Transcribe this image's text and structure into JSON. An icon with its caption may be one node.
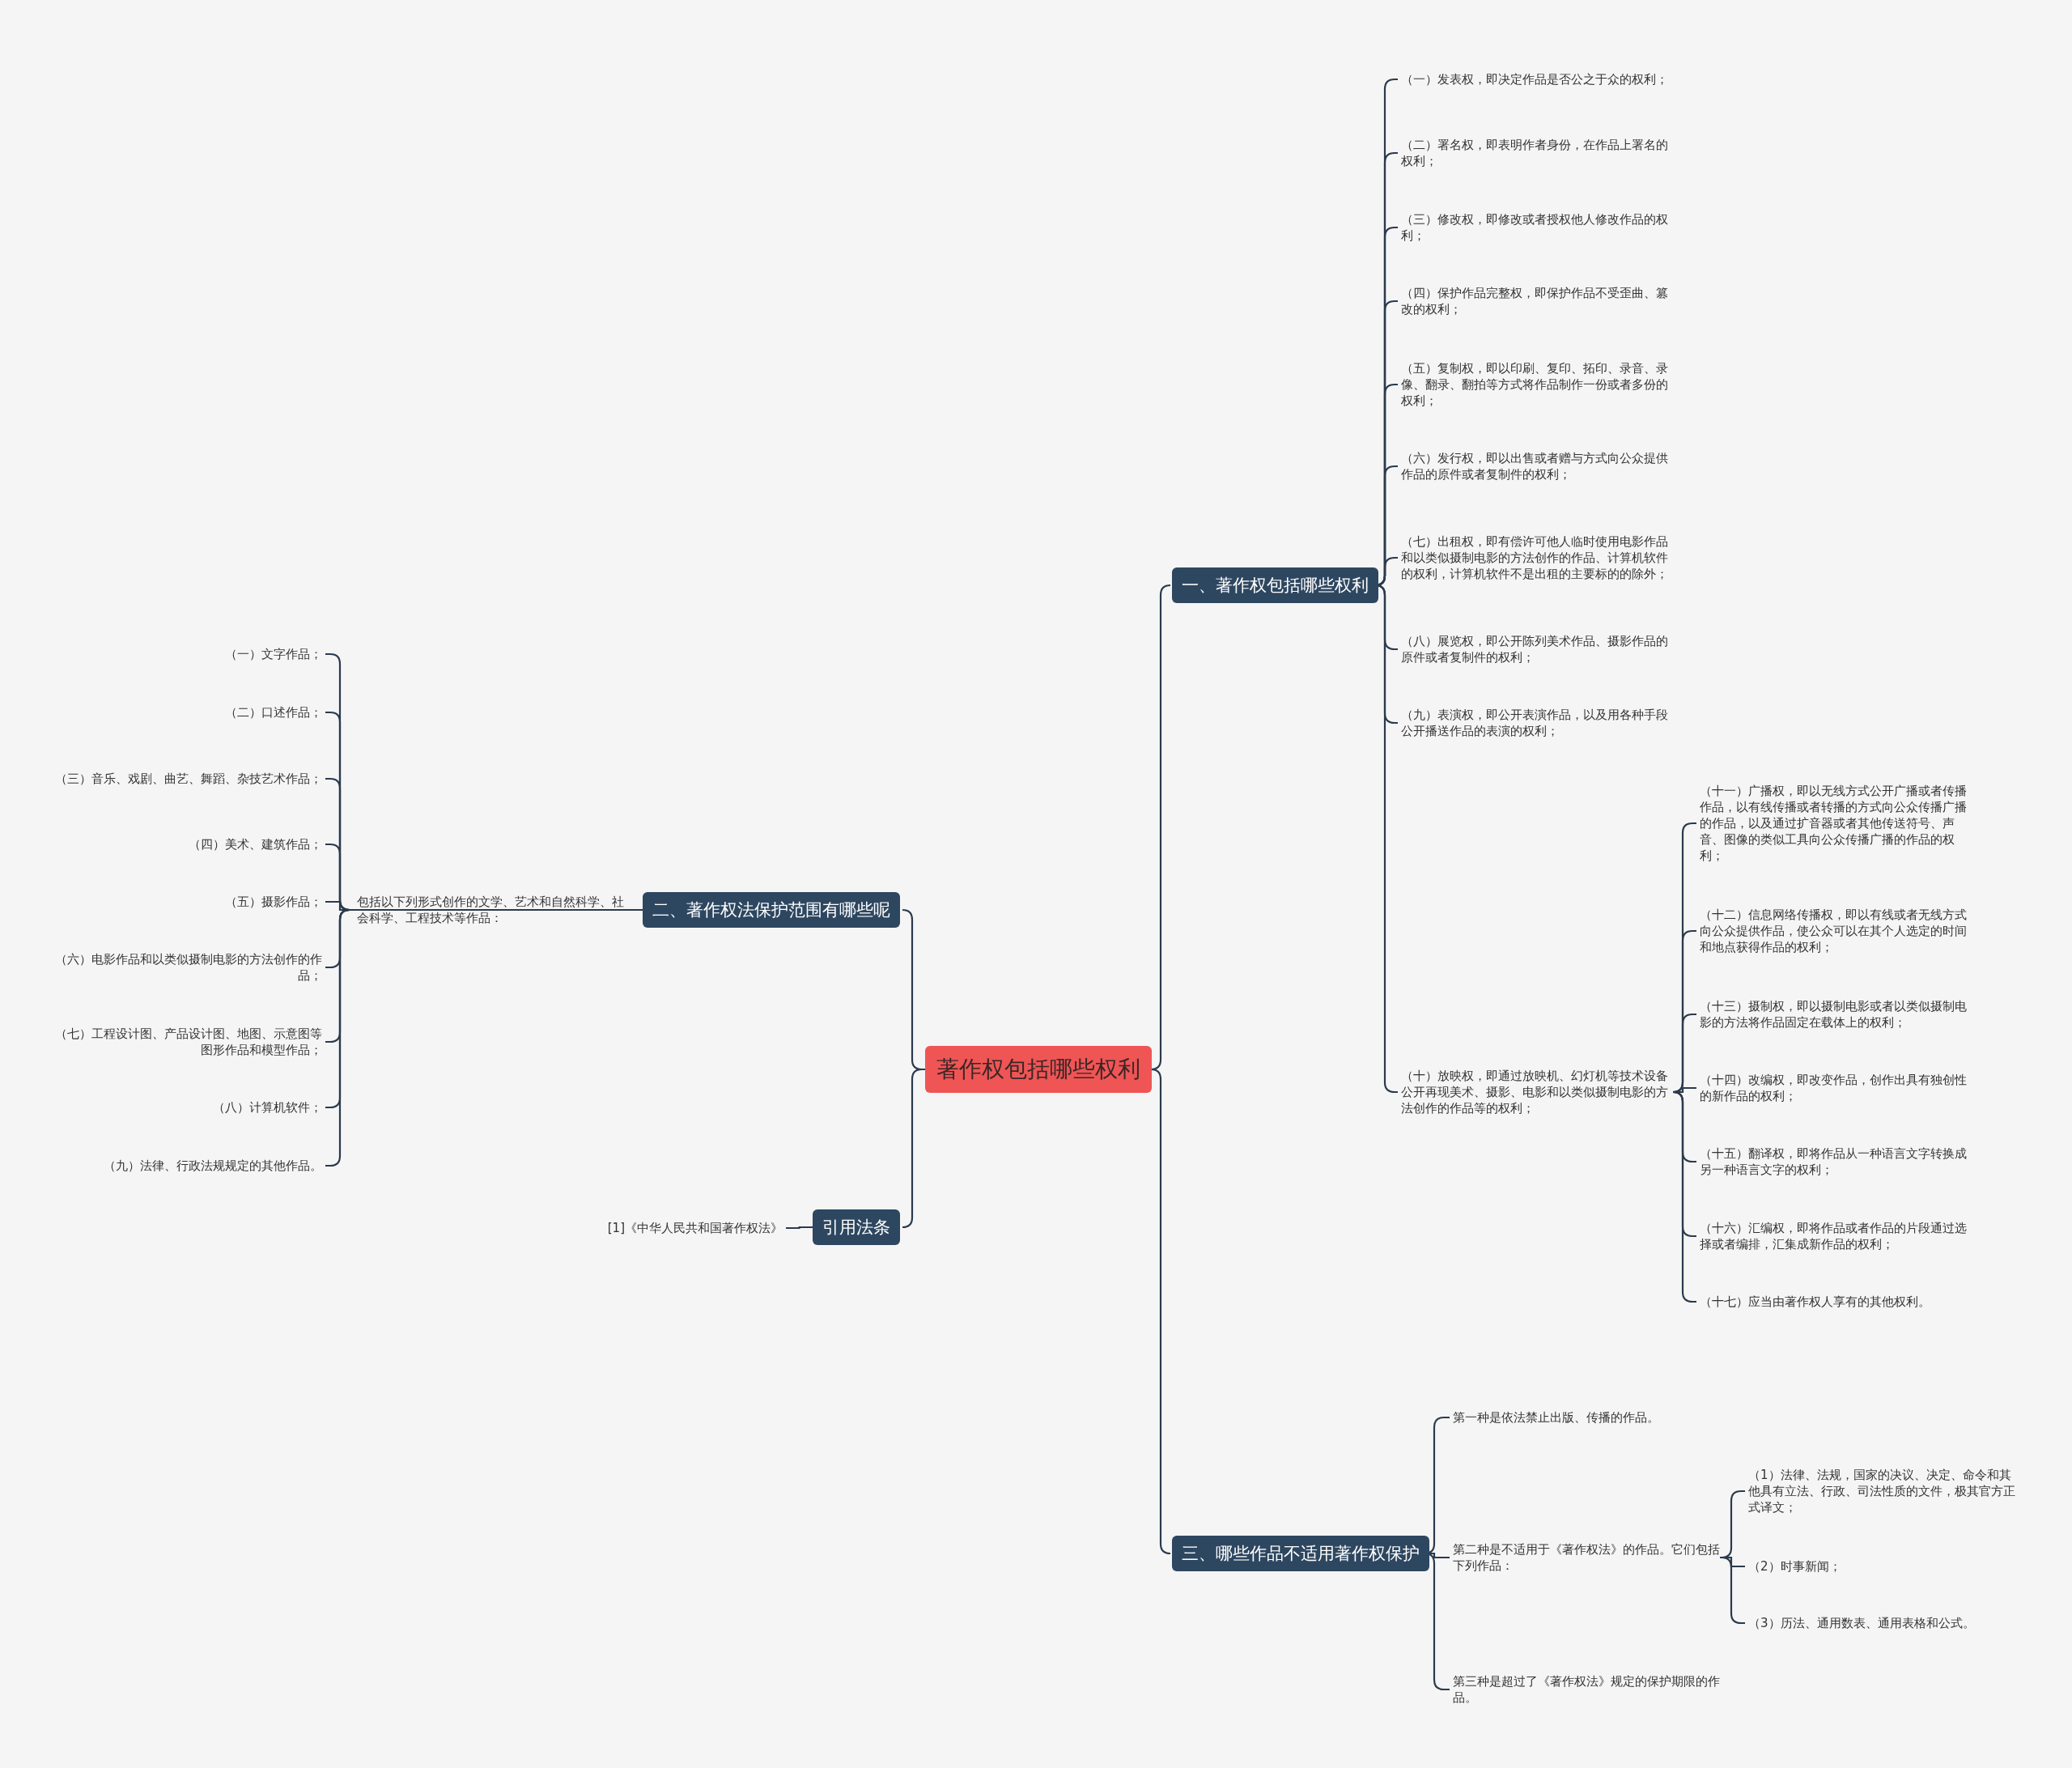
{
  "diagram": {
    "nodes": [
      {
        "text": [
          "著作权包括哪些权利"
        ]
      },
      {
        "text": [
          "一、著作权包括哪些权利"
        ]
      },
      {
        "text": [
          "（一）发表权，即决定作品是否公之于众的权利；"
        ]
      },
      {
        "text": [
          "（二）署名权，即表明作者身份，在作品上署名的权利；"
        ]
      },
      {
        "text": [
          "（三）修改权，即修改或者授权他人修改作品的权利；"
        ]
      },
      {
        "text": [
          "（四）保护作品完整权，即保护作品不受歪曲、篡改的权利；"
        ]
      },
      {
        "text": [
          "（五）复制权，即以印刷、复印、拓印、录音、录像、翻录、翻拍等方式将作品制作一份或者多份的权利；"
        ]
      },
      {
        "text": [
          "（六）发行权，即以出售或者赠与方式向公众提供作品的原件或者复制件的权利；"
        ]
      },
      {
        "text": [
          "（七）出租权，即有偿许可他人临时使用电影作品和以类似摄制电影的方法创作的作品、计算机软件的权利，计算机软件不是出租的主要标的的除外；"
        ]
      },
      {
        "text": [
          "（八）展览权，即公开陈列美术作品、摄影作品的原件或者复制件的权利；"
        ]
      },
      {
        "text": [
          "（九）表演权，即公开表演作品，以及用各种手段公开播送作品的表演的权利；"
        ]
      },
      {
        "text": [
          "（十）放映权，即通过放映机、幻灯机等技术设备公开再现美术、摄影、电影和以类似摄制电影的方法创作的作品等的权利；"
        ]
      },
      {
        "text": [
          "（十一）广播权，即以无线方式公开广播或者传播作品，以有线传播或者转播的方式向公众传播广播的作品，以及通过扩音器或者其他传送符号、声音、图像的类似工具向公众传播广播的作品的权利；"
        ]
      },
      {
        "text": [
          "（十二）信息网络传播权，即以有线或者无线方式向公众提供作品，使公众可以在其个人选定的时间和地点获得作品的权利；"
        ]
      },
      {
        "text": [
          "（十三）摄制权，即以摄制电影或者以类似摄制电影的方法将作品固定在载体上的权利；"
        ]
      },
      {
        "text": [
          "（十四）改编权，即改变作品，创作出具有独创性的新作品的权利；"
        ]
      },
      {
        "text": [
          "（十五）翻译权，即将作品从一种语言文字转换成另一种语言文字的权利；"
        ]
      },
      {
        "text": [
          "（十六）汇编权，即将作品或者作品的片段通过选择或者编排，汇集成新作品的权利；"
        ]
      },
      {
        "text": [
          "（十七）应当由著作权人享有的其他权利。"
        ]
      },
      {
        "text": [
          "二、著作权法保护范围有哪些呢"
        ]
      },
      {
        "text": [
          "包括以下列形式创作的文学、艺术和自然科学、社会科学、工程技术等作品："
        ]
      },
      {
        "text": [
          "（一）文字作品；"
        ]
      },
      {
        "text": [
          "（二）口述作品；"
        ]
      },
      {
        "text": [
          "（三）音乐、戏剧、曲艺、舞蹈、杂技艺术作品；"
        ]
      },
      {
        "text": [
          "（四）美术、建筑作品；"
        ]
      },
      {
        "text": [
          "（五）摄影作品；"
        ]
      },
      {
        "text": [
          "（六）电影作品和以类似摄制电影的方法创作的作品；"
        ]
      },
      {
        "text": [
          "（七）工程设计图、产品设计图、地图、示意图等图形作品和模型作品；"
        ]
      },
      {
        "text": [
          "（八）计算机软件；"
        ]
      },
      {
        "text": [
          "（九）法律、行政法规规定的其他作品。"
        ]
      },
      {
        "text": [
          "引用法条"
        ]
      },
      {
        "text": [
          "[1]《中华人民共和国著作权法》"
        ]
      },
      {
        "text": [
          "三、哪些作品不适用著作权保护"
        ]
      },
      {
        "text": [
          "第一种是依法禁止出版、传播的作品。"
        ]
      },
      {
        "text": [
          "第二种是不适用于《著作权法》的作品。它们包括下列作品："
        ]
      },
      {
        "text": [
          "（1）法律、法规，国家的决议、决定、命令和其他具有立法、行政、司法性质的文件，极其官方正式译文；"
        ]
      },
      {
        "text": [
          "（2）时事新闻；"
        ]
      },
      {
        "text": [
          "（3）历法、通用数表、通用表格和公式。"
        ]
      },
      {
        "text": [
          "第三种是超过了《著作权法》规定的保护期限的作品。"
        ]
      }
    ],
    "edges": [
      {
        "from": 0,
        "to": 1,
        "arrow": "none"
      },
      {
        "from": 1,
        "to": 2,
        "arrow": "none"
      },
      {
        "from": 1,
        "to": 3,
        "arrow": "none"
      },
      {
        "from": 1,
        "to": 4,
        "arrow": "none"
      },
      {
        "from": 1,
        "to": 5,
        "arrow": "none"
      },
      {
        "from": 1,
        "to": 6,
        "arrow": "none"
      },
      {
        "from": 1,
        "to": 7,
        "arrow": "none"
      },
      {
        "from": 1,
        "to": 8,
        "arrow": "none"
      },
      {
        "from": 1,
        "to": 9,
        "arrow": "none"
      },
      {
        "from": 1,
        "to": 10,
        "arrow": "none"
      },
      {
        "from": 1,
        "to": 11,
        "arrow": "none"
      },
      {
        "from": 11,
        "to": 12,
        "arrow": "none"
      },
      {
        "from": 11,
        "to": 13,
        "arrow": "none"
      },
      {
        "from": 11,
        "to": 14,
        "arrow": "none"
      },
      {
        "from": 11,
        "to": 15,
        "arrow": "none"
      },
      {
        "from": 11,
        "to": 16,
        "arrow": "none"
      },
      {
        "from": 11,
        "to": 17,
        "arrow": "none"
      },
      {
        "from": 11,
        "to": 18,
        "arrow": "none"
      },
      {
        "from": 0,
        "to": 19,
        "arrow": "none"
      },
      {
        "from": 19,
        "to": 20,
        "arrow": "none"
      },
      {
        "from": 20,
        "to": 21,
        "arrow": "none"
      },
      {
        "from": 20,
        "to": 22,
        "arrow": "none"
      },
      {
        "from": 20,
        "to": 23,
        "arrow": "none"
      },
      {
        "from": 20,
        "to": 24,
        "arrow": "none"
      },
      {
        "from": 20,
        "to": 25,
        "arrow": "none"
      },
      {
        "from": 20,
        "to": 26,
        "arrow": "none"
      },
      {
        "from": 20,
        "to": 27,
        "arrow": "none"
      },
      {
        "from": 20,
        "to": 28,
        "arrow": "none"
      },
      {
        "from": 20,
        "to": 29,
        "arrow": "none"
      },
      {
        "from": 0,
        "to": 30,
        "arrow": "none"
      },
      {
        "from": 30,
        "to": 31,
        "arrow": "none"
      },
      {
        "from": 0,
        "to": 32,
        "arrow": "none"
      },
      {
        "from": 32,
        "to": 33,
        "arrow": "none"
      },
      {
        "from": 32,
        "to": 34,
        "arrow": "none"
      },
      {
        "from": 34,
        "to": 35,
        "arrow": "none"
      },
      {
        "from": 34,
        "to": 36,
        "arrow": "none"
      },
      {
        "from": 34,
        "to": 37,
        "arrow": "none"
      },
      {
        "from": 32,
        "to": 38,
        "arrow": "none"
      }
    ]
  }
}
